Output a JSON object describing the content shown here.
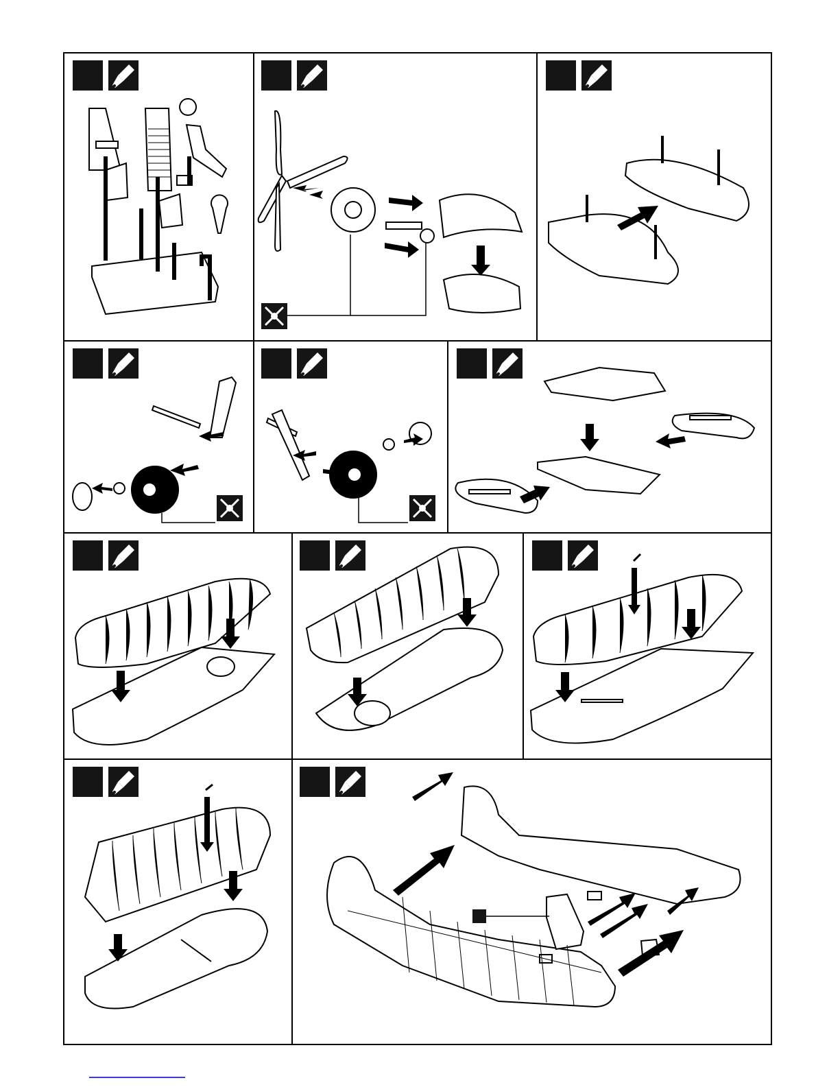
{
  "steps": [
    {
      "id": "s1",
      "icons": [
        "glue-icon"
      ],
      "paint": false
    },
    {
      "id": "s2",
      "icons": [
        "glue-icon"
      ],
      "paint": true
    },
    {
      "id": "s3",
      "icons": [
        "glue-icon"
      ],
      "paint": false
    },
    {
      "id": "s4",
      "icons": [
        "glue-icon"
      ],
      "paint": true
    },
    {
      "id": "s5",
      "icons": [
        "glue-icon"
      ],
      "paint": true
    },
    {
      "id": "s6",
      "icons": [
        "glue-icon"
      ],
      "paint": false
    },
    {
      "id": "s7",
      "icons": [
        "glue-icon"
      ],
      "paint": false
    },
    {
      "id": "s8",
      "icons": [
        "glue-icon"
      ],
      "paint": false
    },
    {
      "id": "s9",
      "icons": [
        "glue-icon"
      ],
      "paint": false
    },
    {
      "id": "s10",
      "icons": [
        "glue-icon"
      ],
      "paint": false
    },
    {
      "id": "s11",
      "icons": [
        "glue-icon"
      ],
      "paint": false
    }
  ],
  "colors": {
    "ink": "#000000",
    "box": "#151515",
    "paper": "#ffffff",
    "link": "#3b3bd6"
  }
}
